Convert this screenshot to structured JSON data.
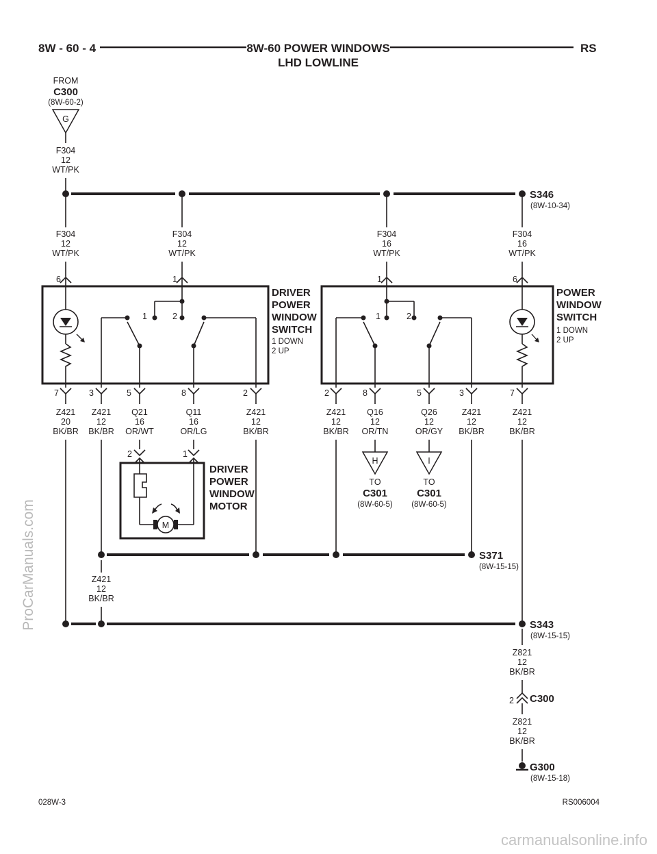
{
  "header": {
    "page_number": "8W - 60 - 4",
    "title": "8W-60 POWER WINDOWS",
    "subtitle": "LHD LOWLINE",
    "section": "RS"
  },
  "source": {
    "from": "FROM",
    "connector": "C300",
    "ref": "(8W-60-2)",
    "pin": "G"
  },
  "wire_top": {
    "circuit": "F304",
    "gauge": "12",
    "color": "WT/PK"
  },
  "splice_s346": {
    "name": "S346",
    "ref": "(8W-10-34)"
  },
  "supply_wires": [
    {
      "circuit": "F304",
      "gauge": "12",
      "color": "WT/PK",
      "pin": "6"
    },
    {
      "circuit": "F304",
      "gauge": "12",
      "color": "WT/PK",
      "pin": "1"
    },
    {
      "circuit": "F304",
      "gauge": "16",
      "color": "WT/PK",
      "pin": "1"
    },
    {
      "circuit": "F304",
      "gauge": "16",
      "color": "WT/PK",
      "pin": "6"
    }
  ],
  "driver_switch": {
    "title": [
      "DRIVER",
      "POWER",
      "WINDOW",
      "SWITCH"
    ],
    "notes": [
      "1 DOWN",
      "2 UP"
    ],
    "contact_1": "1",
    "contact_2": "2",
    "bottom_pins": [
      "7",
      "3",
      "5",
      "8",
      "2"
    ]
  },
  "power_switch": {
    "title": [
      "POWER",
      "WINDOW",
      "SWITCH"
    ],
    "notes": [
      "1 DOWN",
      "2 UP"
    ],
    "contact_1": "1",
    "contact_2": "2",
    "bottom_pins": [
      "2",
      "8",
      "5",
      "3",
      "7"
    ]
  },
  "bottom_wires": [
    {
      "circuit": "Z421",
      "gauge": "20",
      "color": "BK/BR"
    },
    {
      "circuit": "Z421",
      "gauge": "12",
      "color": "BK/BR"
    },
    {
      "circuit": "Q21",
      "gauge": "16",
      "color": "OR/WT"
    },
    {
      "circuit": "Q11",
      "gauge": "16",
      "color": "OR/LG"
    },
    {
      "circuit": "Z421",
      "gauge": "12",
      "color": "BK/BR"
    },
    {
      "circuit": "Z421",
      "gauge": "12",
      "color": "BK/BR"
    },
    {
      "circuit": "Q16",
      "gauge": "12",
      "color": "OR/TN"
    },
    {
      "circuit": "Q26",
      "gauge": "12",
      "color": "OR/GY"
    },
    {
      "circuit": "Z421",
      "gauge": "12",
      "color": "BK/BR"
    },
    {
      "circuit": "Z421",
      "gauge": "12",
      "color": "BK/BR"
    }
  ],
  "motor": {
    "title": [
      "DRIVER",
      "POWER",
      "WINDOW",
      "MOTOR"
    ],
    "pin_a": "2",
    "pin_b": "1",
    "symbol": "M"
  },
  "to_c301": [
    {
      "pin": "H",
      "to": "TO",
      "connector": "C301",
      "ref": "(8W-60-5)"
    },
    {
      "pin": "I",
      "to": "TO",
      "connector": "C301",
      "ref": "(8W-60-5)"
    }
  ],
  "splice_s371": {
    "name": "S371",
    "ref": "(8W-15-15)"
  },
  "wire_mid_z421": {
    "circuit": "Z421",
    "gauge": "12",
    "color": "BK/BR"
  },
  "splice_s343": {
    "name": "S343",
    "ref": "(8W-15-15)"
  },
  "wire_z821_a": {
    "circuit": "Z821",
    "gauge": "12",
    "color": "BK/BR"
  },
  "connector_c300": {
    "pin": "2",
    "name": "C300"
  },
  "wire_z821_b": {
    "circuit": "Z821",
    "gauge": "12",
    "color": "BK/BR"
  },
  "ground_g300": {
    "name": "G300",
    "ref": "(8W-15-18)"
  },
  "footer": {
    "left": "028W-3",
    "right": "RS006004"
  },
  "watermarks": {
    "side": "ProCarManuals.com",
    "bottom": "carmanualsonline.info"
  }
}
